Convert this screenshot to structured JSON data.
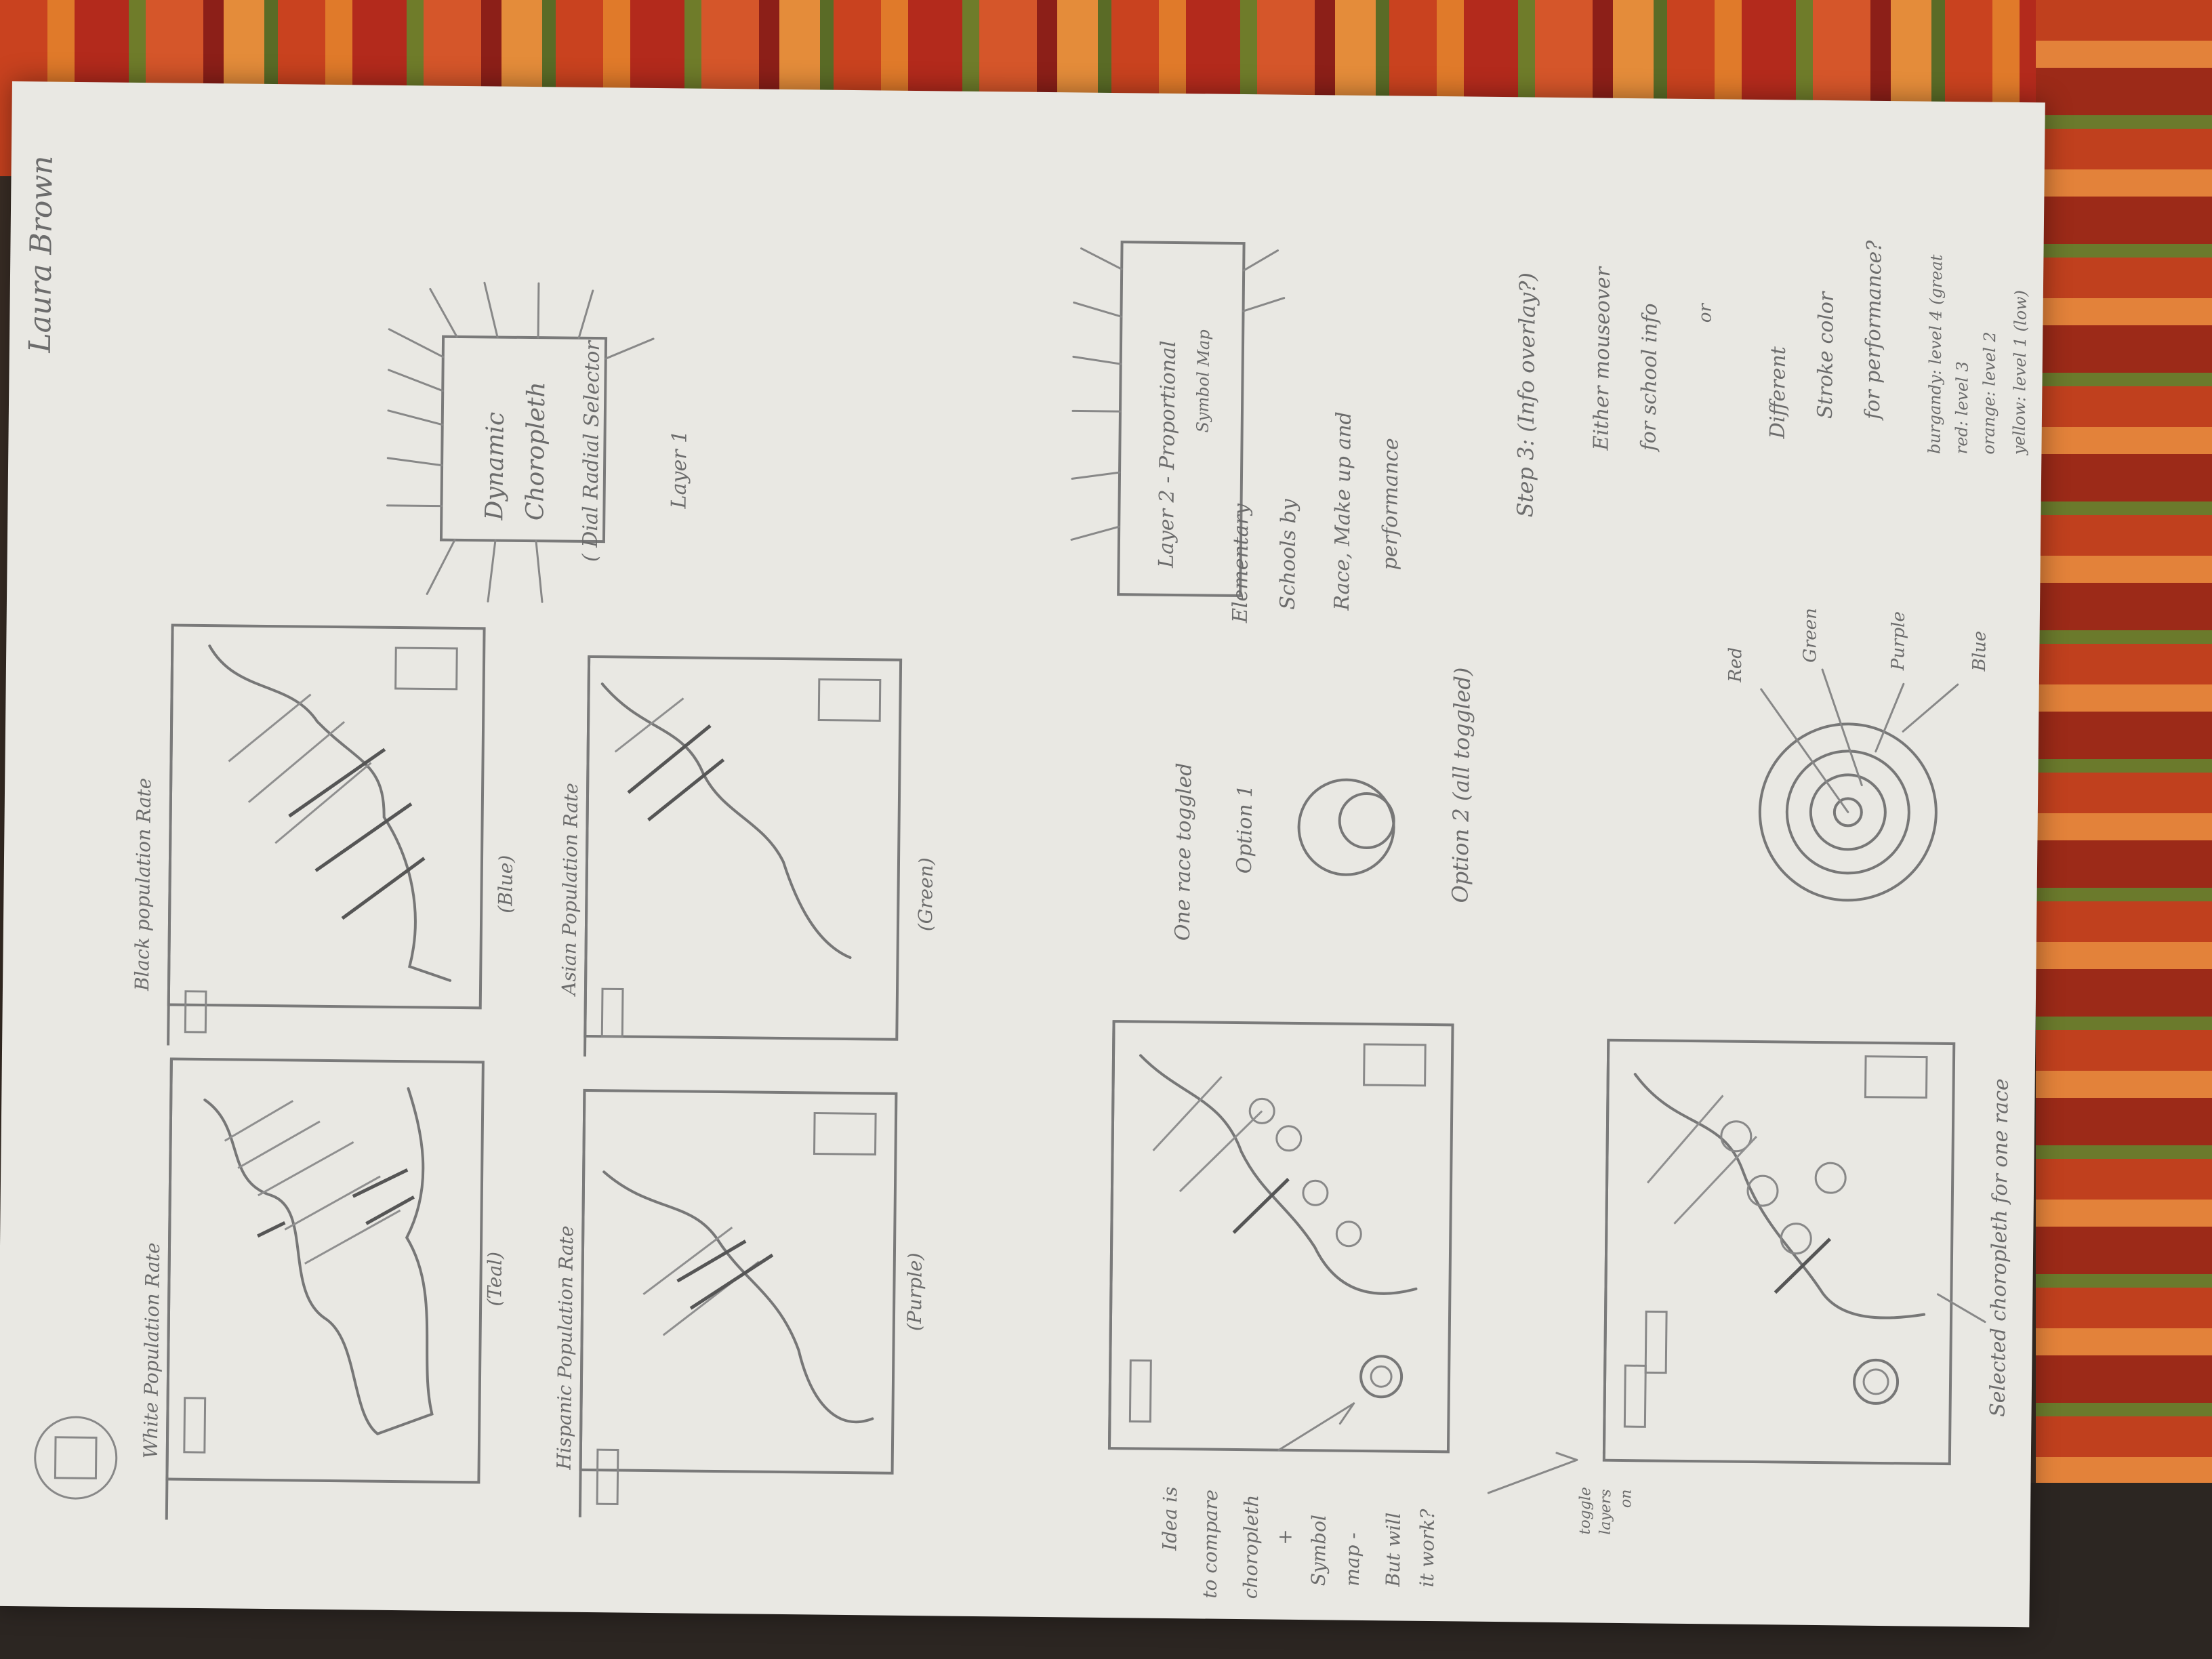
{
  "author": "Laura Brown",
  "header_box": {
    "title_line1": "Dynamic",
    "title_line2": "Choropleth",
    "subtitle": "( Dial Radial Selector",
    "layer_label": "Layer 1"
  },
  "layer2_box": {
    "title": "Layer 2 - Proportional",
    "title_line2": "Symbol Map",
    "line1": "Elementary",
    "line2": "Schools by",
    "line3": "Race, Make up and",
    "line4": "performance"
  },
  "maps": [
    {
      "title": "White Population Rate",
      "caption": "(Teal)"
    },
    {
      "title": "Black population Rate",
      "caption": "(Blue)"
    },
    {
      "title": "Hispanic Population Rate",
      "caption": "(Purple)"
    },
    {
      "title": "Asian Population Rate",
      "caption": "(Green)"
    }
  ],
  "option1": {
    "line1": "One race toggled",
    "line2": "Option 1"
  },
  "option2": {
    "label": "Option 2 (all toggled)"
  },
  "rings": {
    "labels": [
      "Red",
      "Green",
      "Purple",
      "Blue"
    ]
  },
  "step3": {
    "title": "Step 3: (Info overlay?)",
    "line1": "Either mouseover",
    "line2": "for school info",
    "line3": "or",
    "line4": "Different",
    "line5": "Stroke color",
    "line6": "for performance?",
    "levels": [
      "burgandy: level 4 (great",
      "red: level 3",
      "orange: level 2",
      "yellow: level 1 (low)"
    ]
  },
  "idea_note": {
    "line1": "Idea is",
    "line2": "to compare",
    "line3": "choropleth",
    "line4": "+",
    "line5": "Symbol",
    "line6": "map -",
    "line7": "But will",
    "line8": "it work?"
  },
  "toggle_note": {
    "line1": "toggle",
    "line2": "layers",
    "line3": "on"
  },
  "selected_note": "Selected choropleth for one race"
}
